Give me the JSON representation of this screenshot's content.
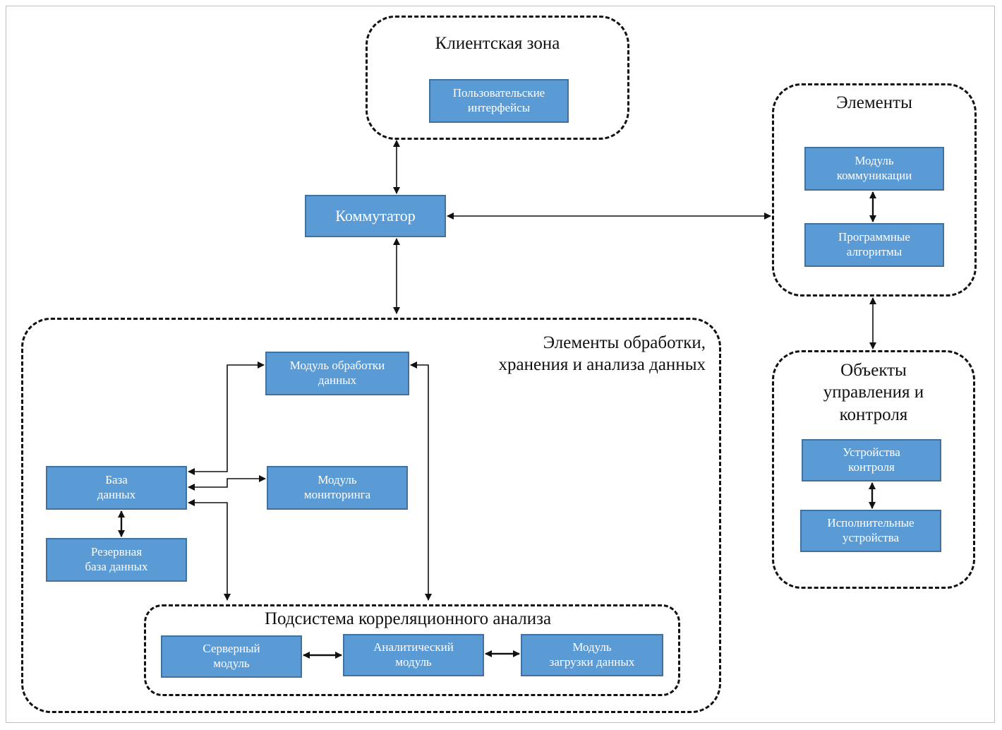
{
  "zones": {
    "client": {
      "title": "Клиентская зона"
    },
    "elements": {
      "title": "Элементы"
    },
    "processing": {
      "title": "Элементы обработки,\nхранения и анализа данных"
    },
    "objects": {
      "title": "Объекты\nуправления и\nконтроля"
    },
    "correlation": {
      "title": "Подсистема корреляционного анализа"
    }
  },
  "boxes": {
    "user_interfaces": "Пользовательские\nинтерфейсы",
    "switch": "Коммутатор",
    "comm_module": "Модуль\nкоммуникации",
    "software_algorithms": "Программные\nалгоритмы",
    "processing_module": "Модуль обработки\nданных",
    "database": "База\nданных",
    "monitoring_module": "Модуль\nмониторинга",
    "backup_database": "Резервная\nбаза данных",
    "server_module": "Серверный\nмодуль",
    "analytic_module": "Аналитический\nмодуль",
    "data_loading_module": "Модуль\nзагрузки данных",
    "control_devices": "Устройства\nконтроля",
    "actuators": "Исполнительные\nустройства"
  },
  "colors": {
    "box_fill": "#5b9bd5",
    "box_border": "#41719c",
    "box_text": "#ffffff",
    "lines": "#111111"
  }
}
